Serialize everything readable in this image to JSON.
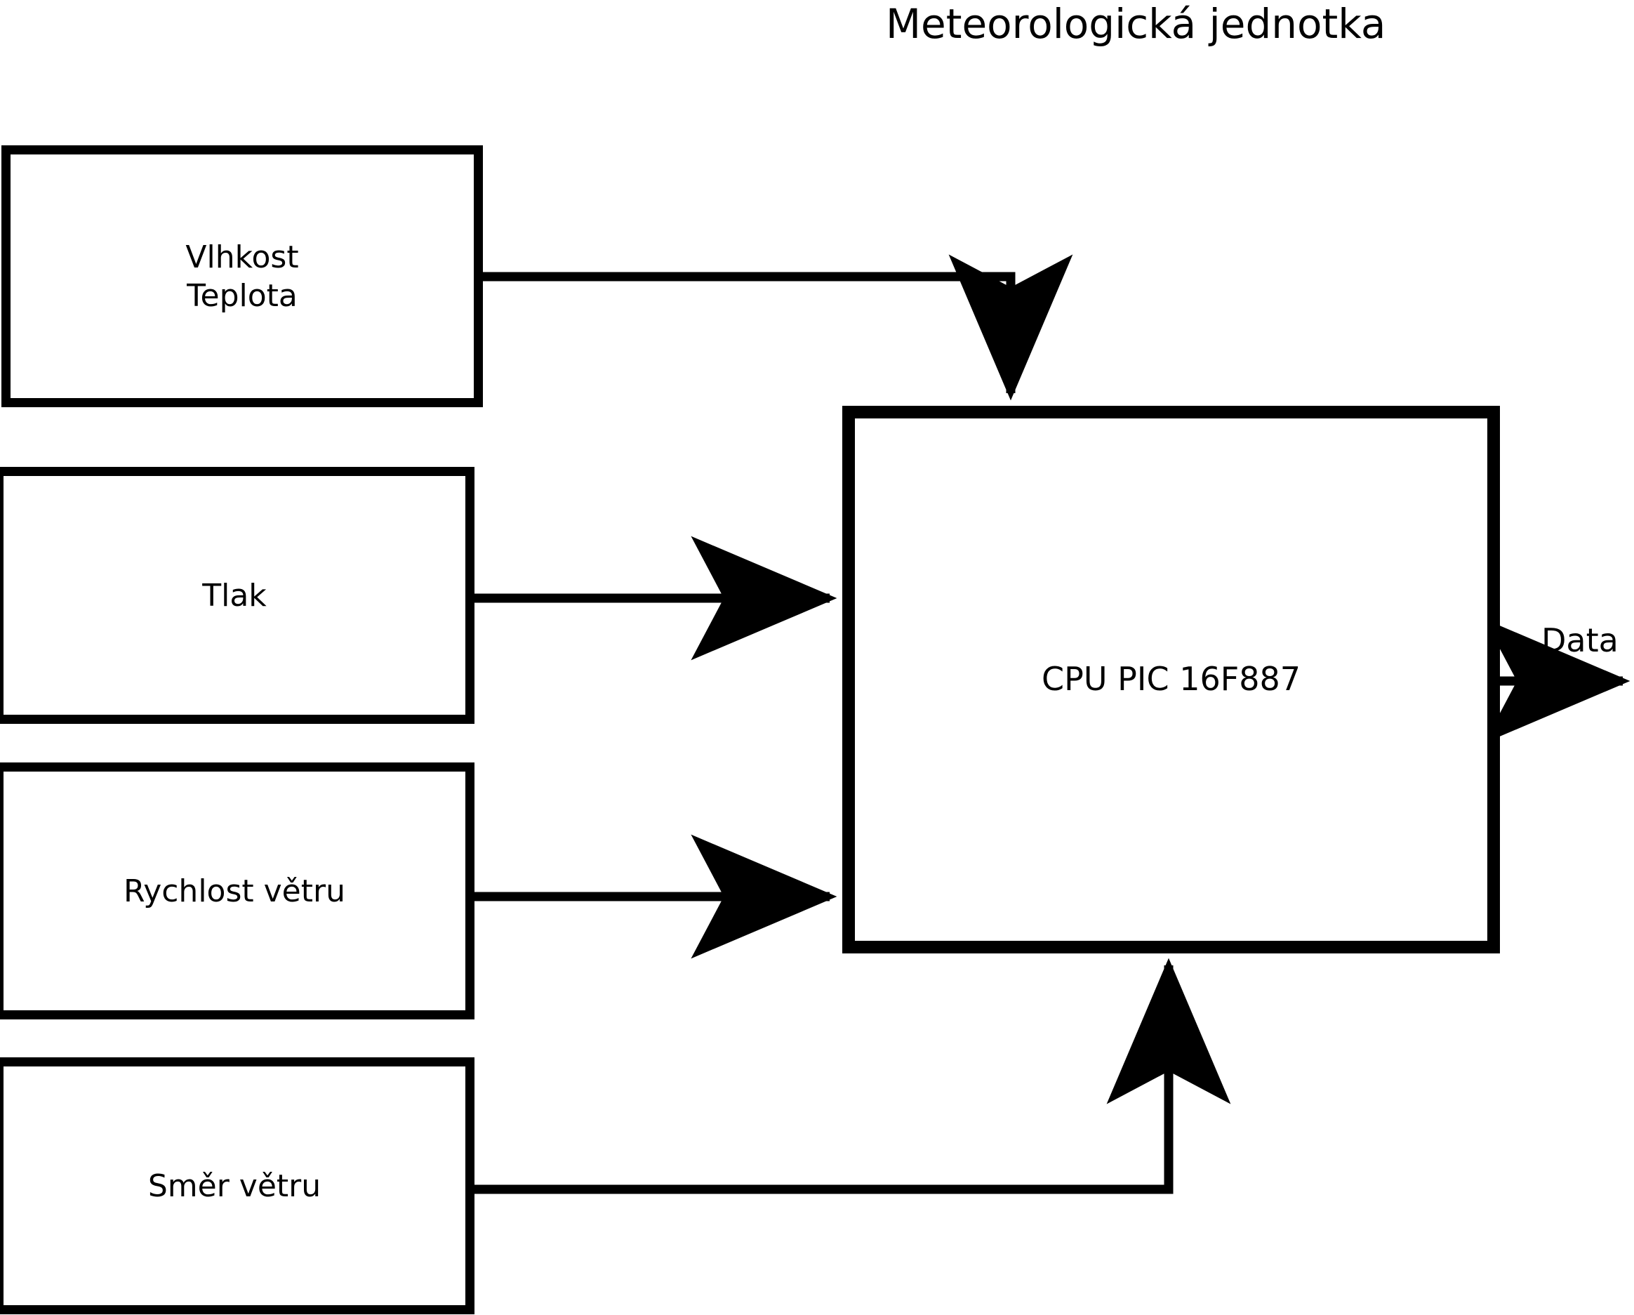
{
  "diagram": {
    "title": "Meteorologická jednotka",
    "background_color": "#ffffff",
    "line_color": "#000000",
    "blocks": [
      {
        "id": "humidity-temperature",
        "label": "Vlhkost\nTeplota",
        "line1": "Vlhkost",
        "line2": "Teplota"
      },
      {
        "id": "pressure",
        "label": "Tlak"
      },
      {
        "id": "wind-speed",
        "label": "Rychlost větru"
      },
      {
        "id": "wind-direction",
        "label": "Směr větru"
      },
      {
        "id": "cpu",
        "label": "CPU PIC 16F887"
      }
    ],
    "edges": [
      {
        "id": "humidity-to-cpu",
        "from": "humidity-temperature",
        "to": "cpu",
        "label": "",
        "routing": "right-then-down",
        "arrow": "down"
      },
      {
        "id": "pressure-to-cpu",
        "from": "pressure",
        "to": "cpu",
        "label": "",
        "routing": "straight-right",
        "arrow": "right"
      },
      {
        "id": "wind-speed-to-cpu",
        "from": "wind-speed",
        "to": "cpu",
        "label": "",
        "routing": "straight-right",
        "arrow": "right"
      },
      {
        "id": "wind-direction-to-cpu",
        "from": "wind-direction",
        "to": "cpu",
        "label": "",
        "routing": "right-then-up",
        "arrow": "up"
      },
      {
        "id": "cpu-data-out",
        "from": "cpu",
        "to": "",
        "label": "Data",
        "routing": "straight-right",
        "arrow": "right"
      }
    ]
  }
}
